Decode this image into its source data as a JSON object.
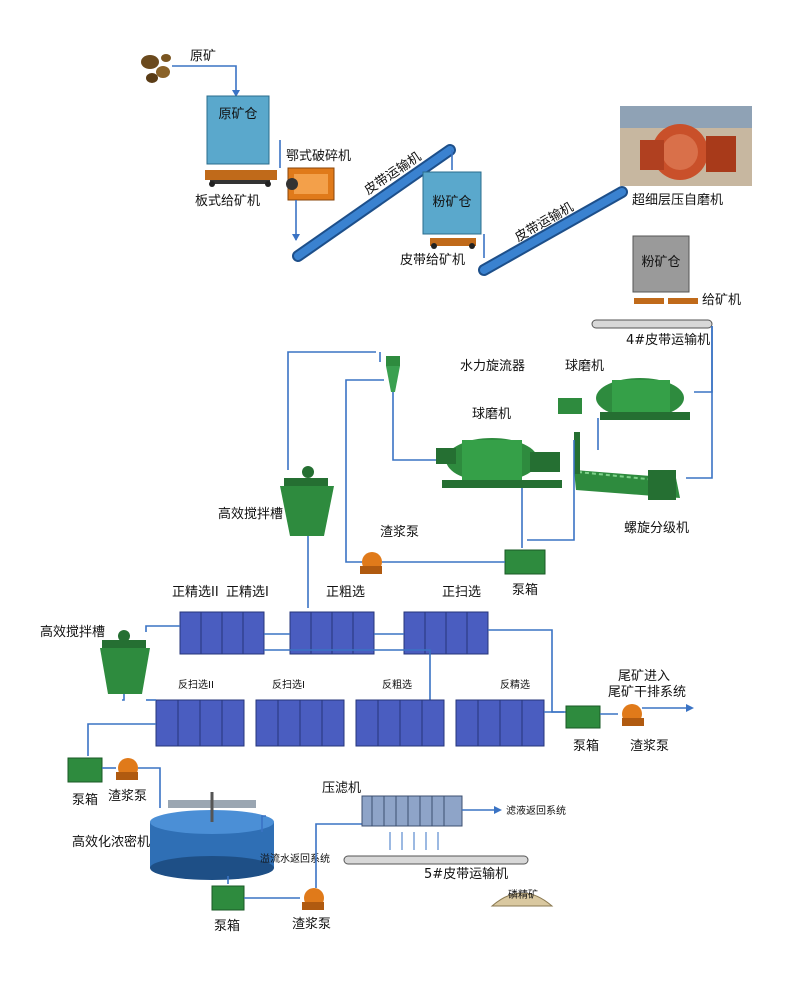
{
  "labels": {
    "raw_ore": "原矿",
    "raw_ore_bin": "原矿仓",
    "jaw_crusher": "鄂式破碎机",
    "plate_feeder": "板式给矿机",
    "belt_conveyor_1": "皮带运输机",
    "powder_bin_1": "粉矿仓",
    "belt_feeder": "皮带给矿机",
    "belt_conveyor_2": "皮带运输机",
    "ag_mill": "超细层压自磨机",
    "powder_bin_2": "粉矿仓",
    "feeder": "给矿机",
    "belt_conveyor_4": "4#皮带运输机",
    "hydrocyclone": "水力旋流器",
    "ball_mill_1": "球磨机",
    "ball_mill_2": "球磨机",
    "spiral_classifier": "螺旋分级机",
    "agitation_tank_1": "高效搅拌槽",
    "slurry_pump_1": "渣浆泵",
    "pump_box_1": "泵箱",
    "cleaner_2": "正精选II",
    "cleaner_1": "正精选I",
    "rougher": "正粗选",
    "scavenger": "正扫选",
    "agitation_tank_2": "高效搅拌槽",
    "rev_scavenger_2": "反扫选II",
    "rev_scavenger_1": "反扫选I",
    "rev_rougher": "反粗选",
    "rev_cleaner": "反精选",
    "tailings_line1": "尾矿进入",
    "tailings_line2": "尾矿干排系统",
    "pump_box_2": "泵箱",
    "slurry_pump_2": "渣浆泵",
    "pump_box_3": "泵箱",
    "slurry_pump_3": "渣浆泵",
    "thickener": "高效化浓密机",
    "overflow_return": "溢流水返回系统",
    "filter_press": "压滤机",
    "filtrate_return": "滤液返回系统",
    "belt_conveyor_5": "5#皮带运输机",
    "concentrate": "磷精矿",
    "pump_box_4": "泵箱",
    "slurry_pump_4": "渣浆泵"
  },
  "colors": {
    "bin": "#5aa8cc",
    "bin_gray": "#9a9a9a",
    "conveyor": "#2f6fb5",
    "flow_line": "#3a73c4",
    "green_machine": "#2e8b3e",
    "flotation": "#4a5dc0",
    "orange": "#e07a1a"
  }
}
